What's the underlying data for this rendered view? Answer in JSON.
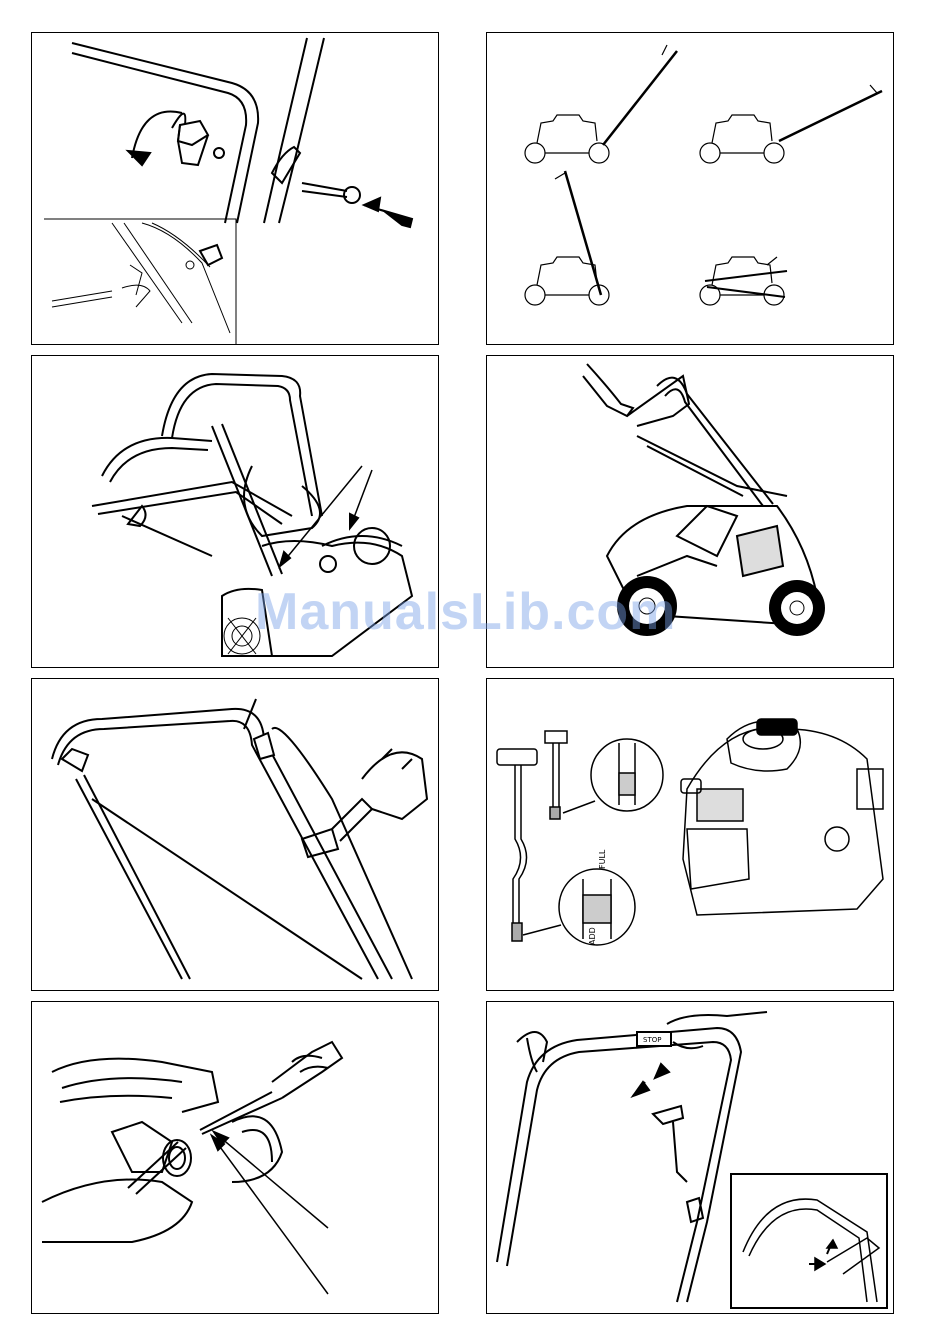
{
  "watermark": "ManualsLib.com",
  "panels": {
    "dipstick": {
      "full_label": "FULL",
      "add_label": "ADD"
    },
    "handle": {
      "stop_label": "STOP"
    }
  }
}
